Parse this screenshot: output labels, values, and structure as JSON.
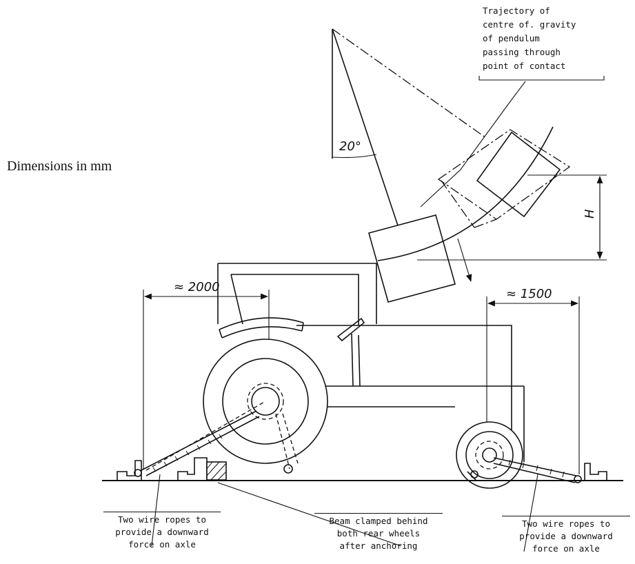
{
  "diagram": {
    "dimensions_note": "Dimensions in mm",
    "trajectory_label": [
      "Trajectory of",
      "centre of. gravity",
      "of pendulum",
      "passing through",
      "point of contact"
    ],
    "angle_label": "20°",
    "height_label": "H",
    "front_dimension": "≈ 2000",
    "rear_dimension": "≈ 1500",
    "label_left": [
      "Two wire ropes to",
      "provide a downward",
      "force on axle"
    ],
    "label_center": [
      "Beam clamped behind",
      "both rear wheels",
      "after anchoring"
    ],
    "label_right": [
      "Two wire ropes to",
      "provide a downward",
      "force on axle"
    ]
  }
}
